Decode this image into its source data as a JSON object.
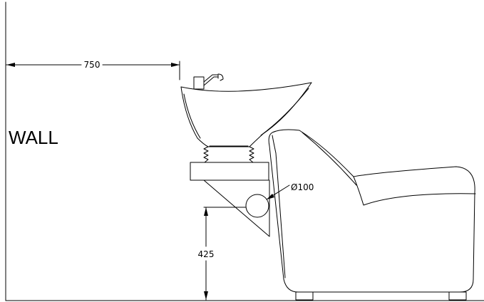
{
  "labels": {
    "wall": "WALL",
    "distance_from_wall": "750",
    "pipe_diameter": "Ø100",
    "outlet_height": "425"
  },
  "colors": {
    "line": "#000000",
    "background": "#ffffff"
  }
}
